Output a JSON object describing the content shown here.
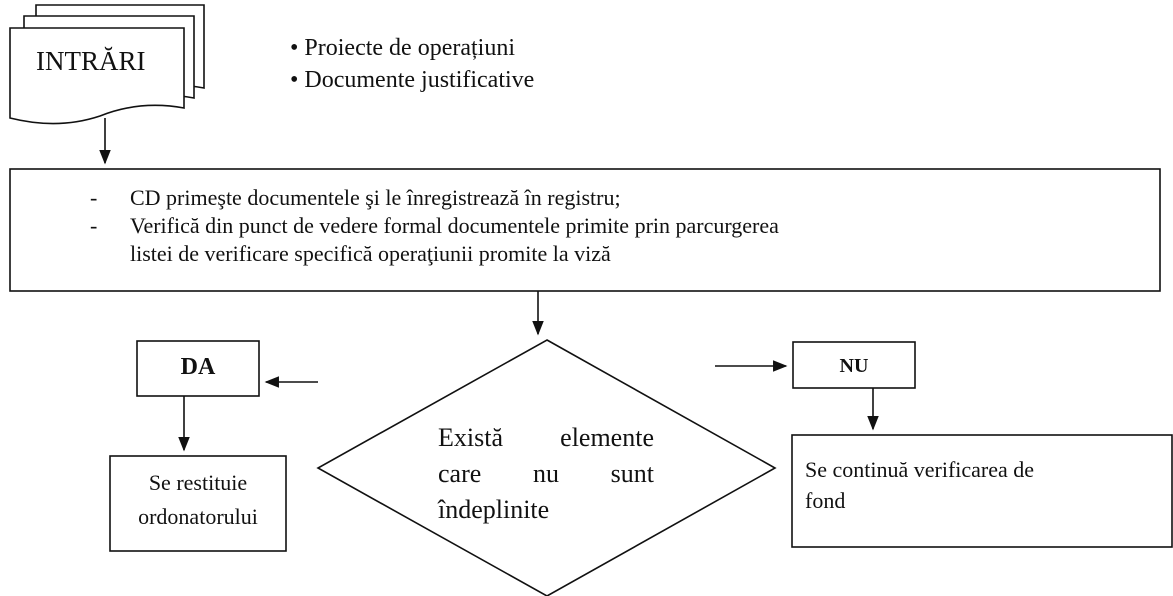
{
  "input": {
    "label": "INTRĂRI",
    "items": [
      "• Proiecte de operațiuni",
      "• Documente justificative"
    ]
  },
  "process": {
    "lines": [
      "CD primeşte documentele şi le înregistrează în registru;",
      "Verifică din punct de vedere formal documentele primite prin parcurgerea",
      "listei de verificare specifică operaţiunii promite la viză"
    ],
    "bullet": "-"
  },
  "decision": {
    "lines": [
      "Există elemente",
      "care nu sunt",
      "îndeplinite"
    ]
  },
  "yes_branch": {
    "label": "DA",
    "action_lines": [
      "Se restituie",
      "ordonatorului"
    ]
  },
  "no_branch": {
    "label": "NU",
    "action_lines": [
      "Se continuă verificarea de",
      "fond"
    ]
  }
}
